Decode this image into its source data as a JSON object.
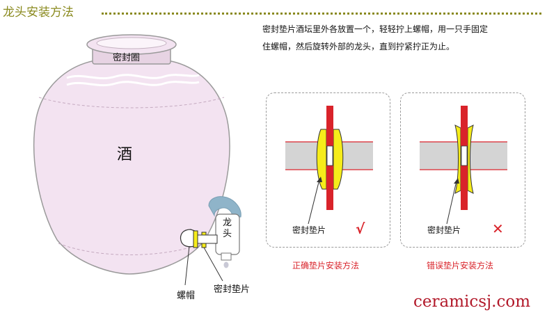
{
  "header": {
    "title": "龙头安装方法"
  },
  "instructions": "密封垫片酒坛里外各放置一个，轻轻拧上螺帽，用一只手固定住螺帽，然后旋转外部的龙头，直到拧紧拧正为止。",
  "jar": {
    "seal_ring_label": "密封圈",
    "contents_label": "酒",
    "tap_label_line1": "龙",
    "tap_label_line2": "头",
    "nut_label": "螺帽",
    "gasket_label": "密封垫片"
  },
  "panels": [
    {
      "gasket_label": "密封垫片",
      "mark": "√",
      "caption": "正确垫片安装方法"
    },
    {
      "gasket_label": "密封垫片",
      "mark": "✕",
      "caption": "错误垫片安装方法"
    }
  ],
  "watermark": "ceramicsj.com",
  "colors": {
    "title": "#8a8a1e",
    "jar_fill": "#f3e3f1",
    "jar_stroke": "#9a9a9a",
    "gasket": "#f6ec1a",
    "pipe": "#d9232a",
    "wall": "#d4d4d4",
    "tap": "#8fb4c9",
    "caption": "#d9232a"
  }
}
